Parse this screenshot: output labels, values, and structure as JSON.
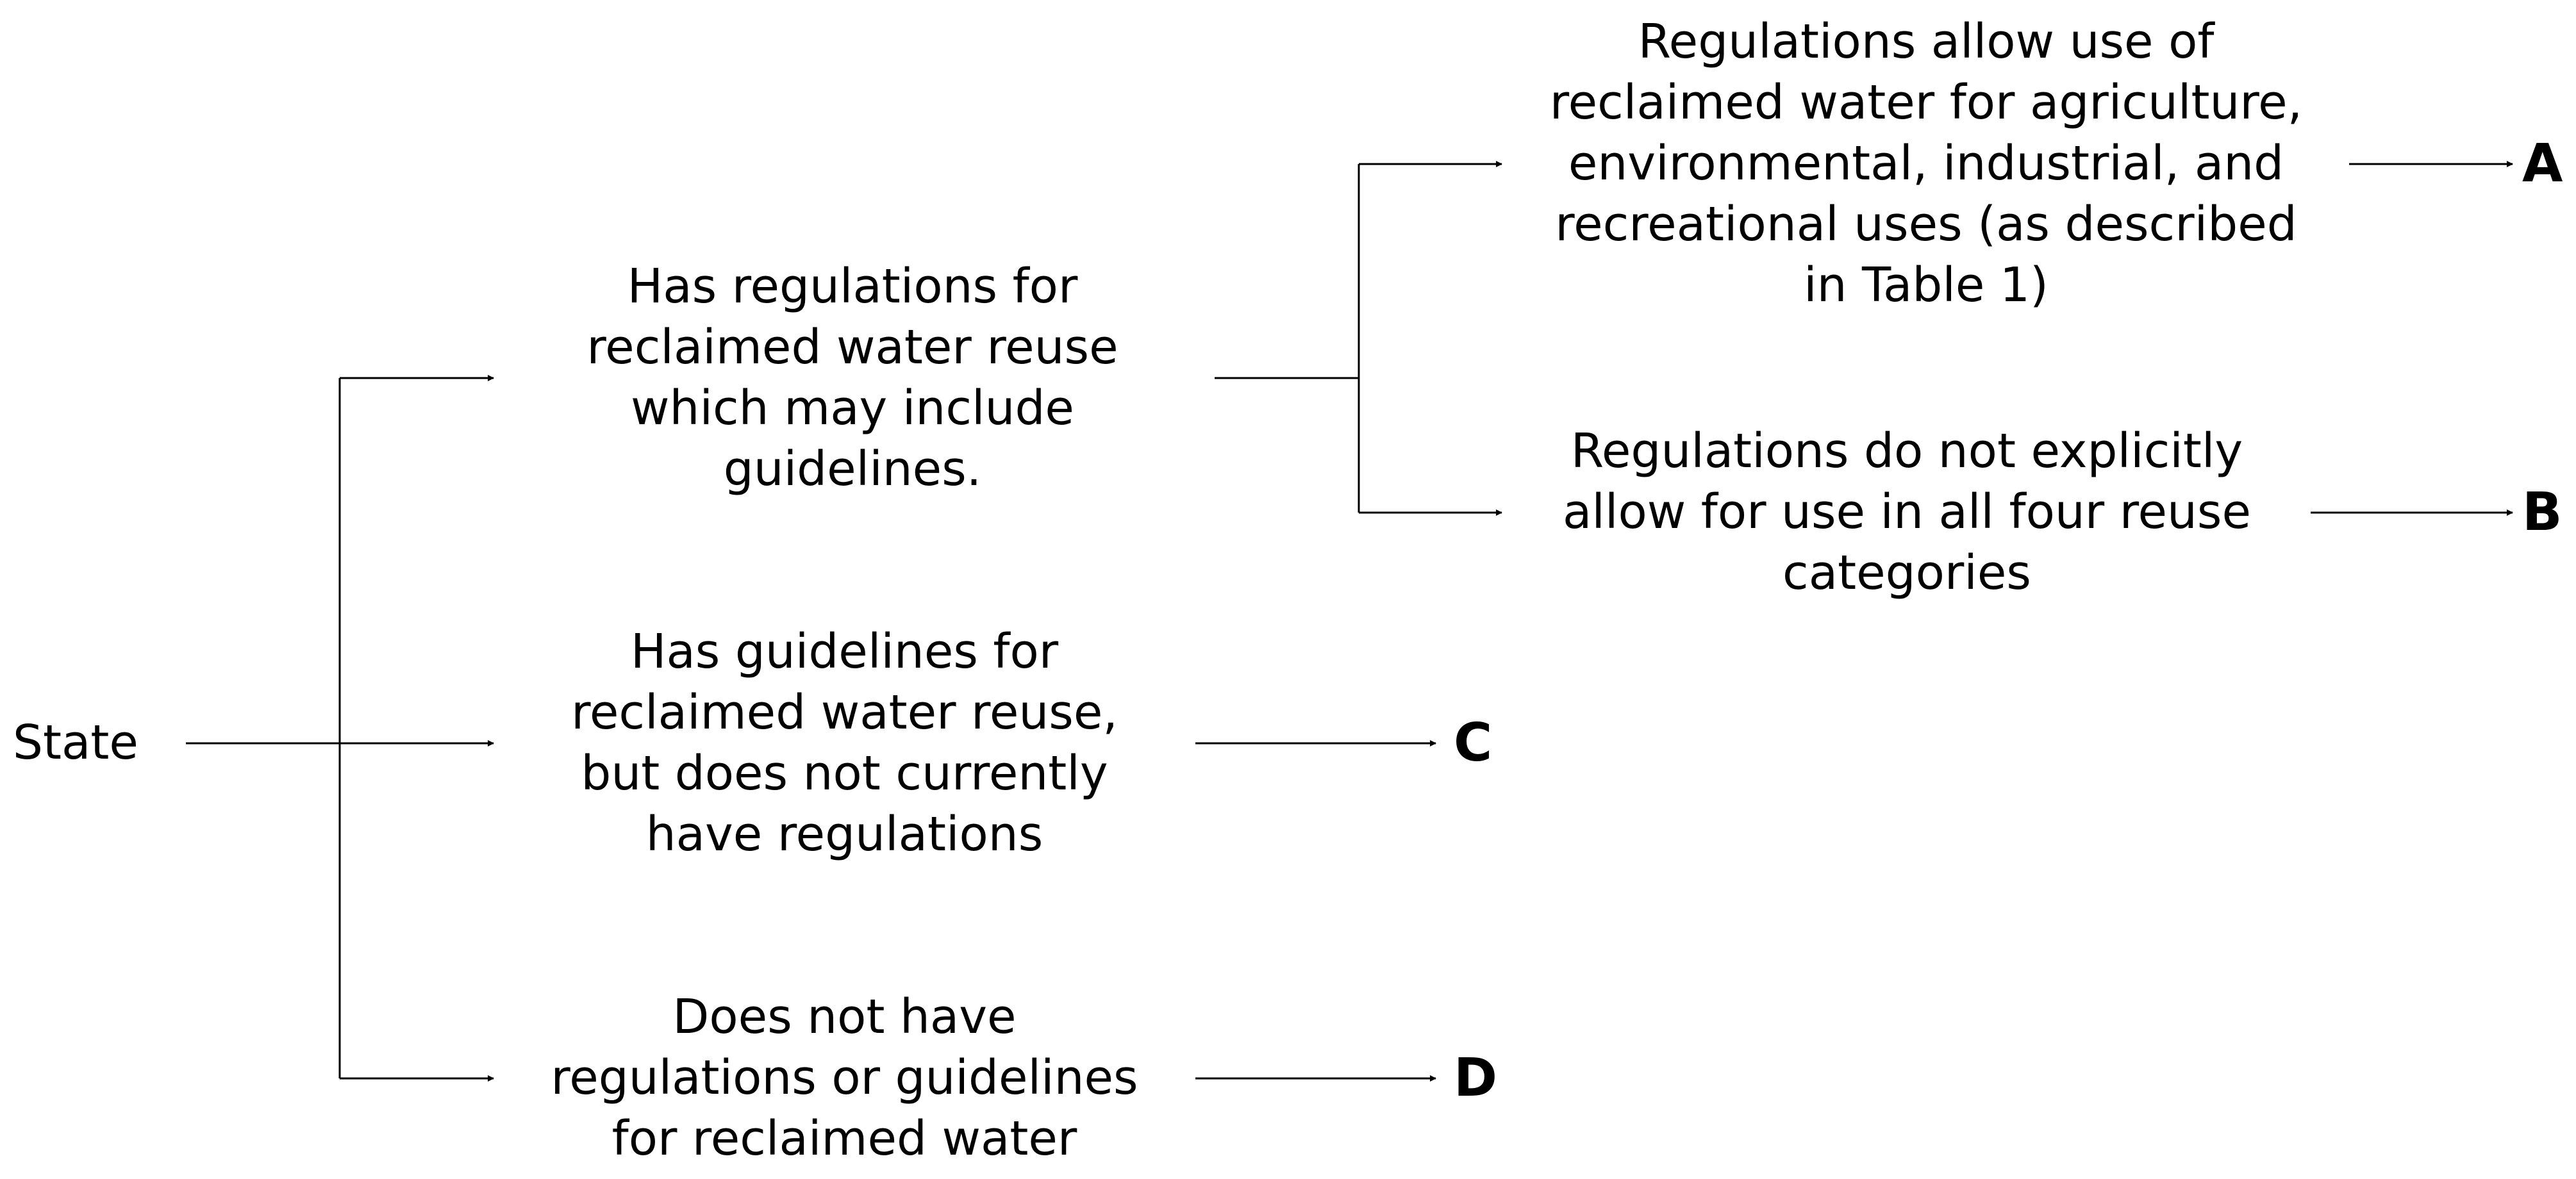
{
  "root": {
    "label": "State"
  },
  "nodes": {
    "regulations": "Has regulations for\nreclaimed water reuse\nwhich may include\nguidelines.",
    "guidelines": "Has guidelines for\nreclaimed water reuse,\nbut does not currently\nhave regulations",
    "neither": "Does not have\nregulations or guidelines\nfor reclaimed water",
    "allow_all": "Regulations allow use of\nreclaimed water for agriculture,\nenvironmental, industrial, and\nrecreational uses (as described\nin Table 1)",
    "not_all": "Regulations do not explicitly\nallow for use in all four reuse\ncategories"
  },
  "outcomes": {
    "a": "A",
    "b": "B",
    "c": "C",
    "d": "D"
  },
  "colors": {
    "line": "#000000",
    "text": "#000000",
    "background": "#ffffff"
  }
}
